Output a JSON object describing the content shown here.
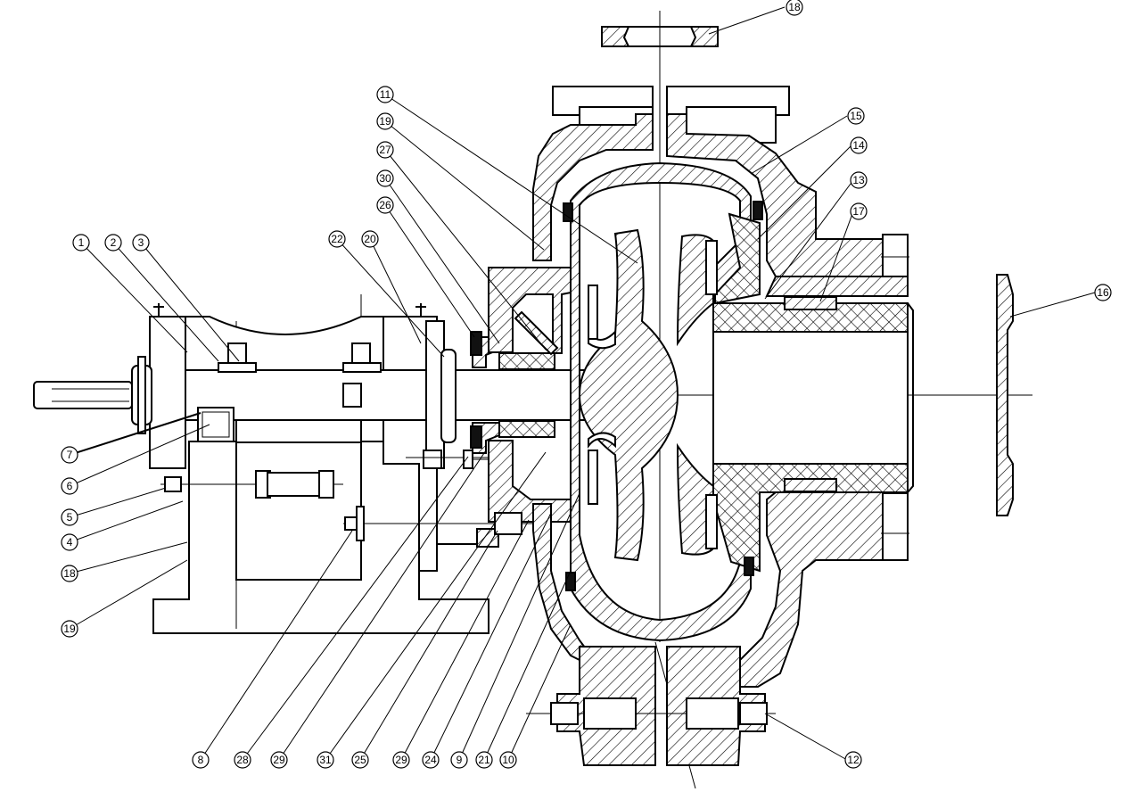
{
  "callouts": [
    {
      "id": "c1",
      "label": "1"
    },
    {
      "id": "c2",
      "label": "2"
    },
    {
      "id": "c3",
      "label": "3"
    },
    {
      "id": "c7",
      "label": "7"
    },
    {
      "id": "c6",
      "label": "6"
    },
    {
      "id": "c5",
      "label": "5"
    },
    {
      "id": "c4",
      "label": "4"
    },
    {
      "id": "c18a",
      "label": "18"
    },
    {
      "id": "c19a",
      "label": "19"
    },
    {
      "id": "c22",
      "label": "22"
    },
    {
      "id": "c20",
      "label": "20"
    },
    {
      "id": "c26",
      "label": "26"
    },
    {
      "id": "c30",
      "label": "30"
    },
    {
      "id": "c27",
      "label": "27"
    },
    {
      "id": "c19b",
      "label": "19"
    },
    {
      "id": "c11",
      "label": "11"
    },
    {
      "id": "c18b",
      "label": "18"
    },
    {
      "id": "c15",
      "label": "15"
    },
    {
      "id": "c14",
      "label": "14"
    },
    {
      "id": "c13",
      "label": "13"
    },
    {
      "id": "c17",
      "label": "17"
    },
    {
      "id": "c16",
      "label": "16"
    },
    {
      "id": "c8",
      "label": "8"
    },
    {
      "id": "c28",
      "label": "28"
    },
    {
      "id": "c29a",
      "label": "29"
    },
    {
      "id": "c31",
      "label": "31"
    },
    {
      "id": "c25",
      "label": "25"
    },
    {
      "id": "c29b",
      "label": "29"
    },
    {
      "id": "c24",
      "label": "24"
    },
    {
      "id": "c9",
      "label": "9"
    },
    {
      "id": "c21",
      "label": "21"
    },
    {
      "id": "c10",
      "label": "10"
    },
    {
      "id": "c12",
      "label": "12"
    }
  ]
}
